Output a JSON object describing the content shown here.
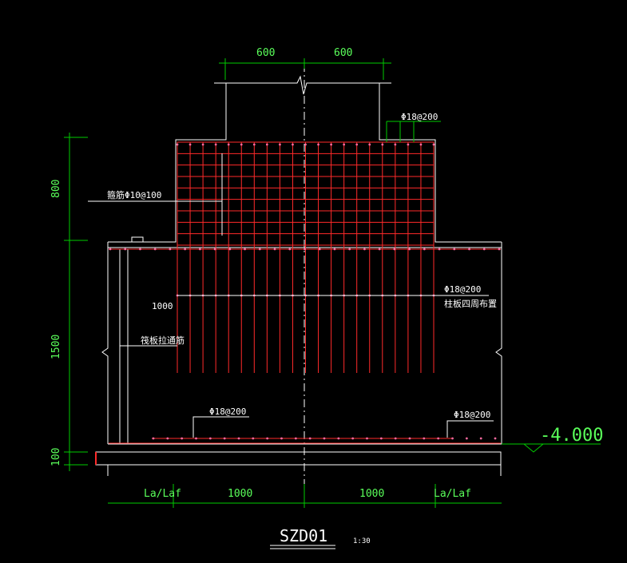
{
  "colors": {
    "background": "#000000",
    "outline": "#ffffff",
    "rebar": "#ff2a2a",
    "dimension": "#00cc00",
    "dimension_text": "#5aff5a",
    "label_text": "#ffffff"
  },
  "dimensions": {
    "top_left": "600",
    "top_right": "600",
    "left_upper": "800",
    "left_middle": "1500",
    "left_lower": "100",
    "bottom_left_anchor": "La/Laf",
    "bottom_left": "1000",
    "bottom_right": "1000",
    "bottom_right_anchor": "La/Laf"
  },
  "labels": {
    "top_rebar": "Φ18@200",
    "stirrup": "箍筋Φ10@100",
    "middle_value": "1000",
    "column_rebar": "Φ18@200",
    "column_rebar_note": "柱板四周布置",
    "side_note": "筏板拉通筋",
    "bottom_rebar_left": "Φ18@200",
    "bottom_rebar_right": "Φ18@200",
    "elevation": "-4.000"
  },
  "title": {
    "name": "SZD01",
    "scale": "1:30"
  }
}
